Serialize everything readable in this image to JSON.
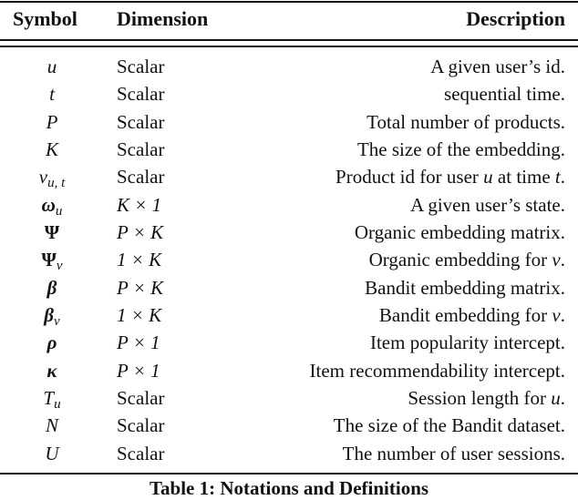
{
  "table": {
    "headers": {
      "symbol": "Symbol",
      "dimension": "Dimension",
      "description": "Description"
    },
    "rows": [
      {
        "symbol": "u",
        "symbol_sub": "",
        "symbol_style": "italic",
        "dimension": "Scalar",
        "description": "A given user’s id."
      },
      {
        "symbol": "t",
        "symbol_sub": "",
        "symbol_style": "italic",
        "dimension": "Scalar",
        "description": "sequential time."
      },
      {
        "symbol": "P",
        "symbol_sub": "",
        "symbol_style": "italic",
        "dimension": "Scalar",
        "description": "Total number of products."
      },
      {
        "symbol": "K",
        "symbol_sub": "",
        "symbol_style": "italic",
        "dimension": "Scalar",
        "description": "The size of the embedding."
      },
      {
        "symbol": "v",
        "symbol_sub": "u, t",
        "symbol_style": "italic",
        "dimension": "Scalar",
        "description_pre": "Product id for user ",
        "description_var1": "u",
        "description_mid": " at time ",
        "description_var2": "t",
        "description_post": "."
      },
      {
        "symbol": "ω",
        "symbol_sub": "u",
        "symbol_style": "bold-italic",
        "dimension": "K × 1",
        "description": "A given user’s state."
      },
      {
        "symbol": "Ψ",
        "symbol_sub": "",
        "symbol_style": "bold",
        "dimension": "P × K",
        "description": "Organic embedding matrix."
      },
      {
        "symbol": "Ψ",
        "symbol_sub": "v",
        "symbol_style": "bold",
        "dimension": "1 × K",
        "description_pre": "Organic embedding for ",
        "description_var1": "v",
        "description_post": "."
      },
      {
        "symbol": "β",
        "symbol_sub": "",
        "symbol_style": "bold-italic",
        "dimension": "P × K",
        "description": "Bandit embedding matrix."
      },
      {
        "symbol": "β",
        "symbol_sub": "v",
        "symbol_style": "bold-italic",
        "dimension": "1 × K",
        "description_pre": "Bandit embedding for ",
        "description_var1": "v",
        "description_post": "."
      },
      {
        "symbol": "ρ",
        "symbol_sub": "",
        "symbol_style": "bold-italic",
        "dimension": "P × 1",
        "description": "Item popularity intercept."
      },
      {
        "symbol": "κ",
        "symbol_sub": "",
        "symbol_style": "bold-italic",
        "dimension": "P × 1",
        "description": "Item recommendability intercept."
      },
      {
        "symbol": "T",
        "symbol_sub": "u",
        "symbol_style": "italic",
        "dimension": "Scalar",
        "description_pre": "Session length for ",
        "description_var1": "u",
        "description_post": "."
      },
      {
        "symbol": "N",
        "symbol_sub": "",
        "symbol_style": "italic",
        "dimension": "Scalar",
        "description": "The size of the Bandit dataset."
      },
      {
        "symbol": "U",
        "symbol_sub": "",
        "symbol_style": "italic",
        "dimension": "Scalar",
        "description": "The number of user sessions."
      }
    ],
    "caption": "Table 1: Notations and Definitions"
  }
}
